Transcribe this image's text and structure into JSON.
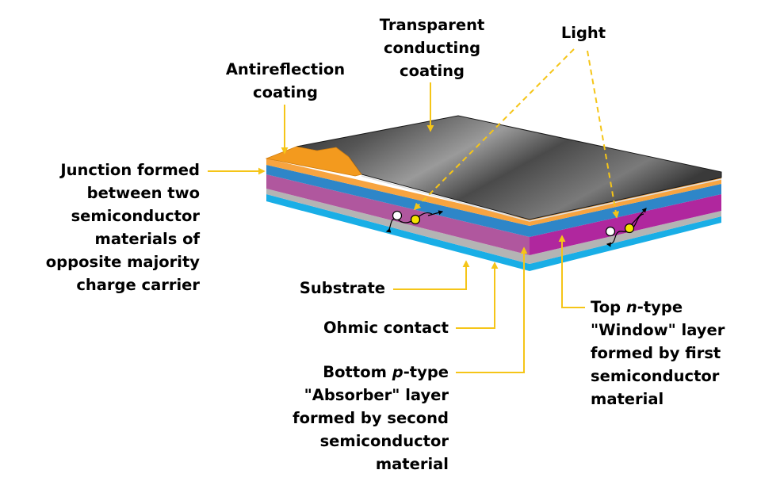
{
  "labels": {
    "transparent_coating": [
      "Transparent",
      "conducting",
      "coating"
    ],
    "light": "Light",
    "antireflection": [
      "Antireflection",
      "coating"
    ],
    "junction": [
      "Junction formed",
      "between two",
      "semiconductor",
      "materials of",
      "opposite majority",
      "charge carrier"
    ],
    "substrate": "Substrate",
    "ohmic_contact": "Ohmic contact",
    "bottom_absorber": {
      "line1_prefix": "Bottom ",
      "line1_italic": "p",
      "line1_suffix": "-type",
      "rest": [
        "\"Absorber\" layer",
        "formed by second",
        "semiconductor",
        "material"
      ]
    },
    "top_window": {
      "line1_prefix": "Top ",
      "line1_italic": "n",
      "line1_suffix": "-type",
      "rest": [
        "\"Window\" layer",
        "formed by first",
        "semiconductor",
        "material"
      ]
    }
  },
  "colors": {
    "leader": "#f5c518",
    "top_surface_dark": "#1e1e1e",
    "top_surface_light": "#8a8a8a",
    "orange_layer": "#f7a440",
    "antireflection": "#f39a1e",
    "blue_layer": "#2e86c8",
    "purple_layer": "#b0579e",
    "gray_layer": "#b4b4b4",
    "cyan_layer": "#19aee6",
    "electron_white": "#ffffff",
    "hole_yellow": "#f5e400"
  }
}
